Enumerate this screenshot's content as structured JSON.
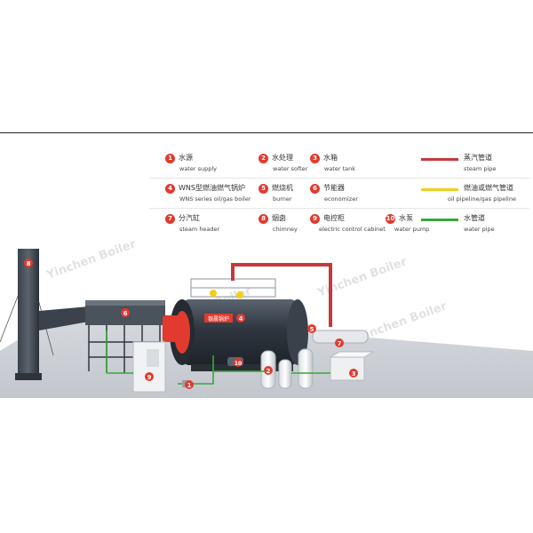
{
  "legend": {
    "items": [
      {
        "num": "1",
        "cn": "水源",
        "en": "water supply"
      },
      {
        "num": "2",
        "cn": "水处理",
        "en": "water softer"
      },
      {
        "num": "3",
        "cn": "水箱",
        "en": "water tank"
      },
      {
        "num": "4",
        "cn": "WNS型燃油燃气锅炉",
        "en": "WNS series oil/gas boiler"
      },
      {
        "num": "5",
        "cn": "燃烧机",
        "en": "burner"
      },
      {
        "num": "6",
        "cn": "节能器",
        "en": "economizer"
      },
      {
        "num": "7",
        "cn": "分汽缸",
        "en": "steam header"
      },
      {
        "num": "8",
        "cn": "烟囱",
        "en": "chimney"
      },
      {
        "num": "9",
        "cn": "电控柜",
        "en": "electric control cabinet"
      },
      {
        "num": "10",
        "cn": "水泵",
        "en": "water pump"
      }
    ],
    "pipes": [
      {
        "cn": "蒸汽管道",
        "en": "steam pipe",
        "color": "#c8383a"
      },
      {
        "cn": "燃油或燃气管道",
        "en": "oil pipeline/gas pipeline",
        "color": "#f2cf1c"
      },
      {
        "cn": "水管道",
        "en": "water pipe",
        "color": "#3aa63a"
      }
    ]
  },
  "watermark": "Yinchen Boiler",
  "boiler_label": "银晨锅炉",
  "colors": {
    "boiler_body": "#2f3640",
    "accent_red": "#e23a2e",
    "steam": "#c8383a",
    "water": "#3aa63a",
    "oil": "#f2cf1c",
    "floor": "#c9ccd1"
  }
}
